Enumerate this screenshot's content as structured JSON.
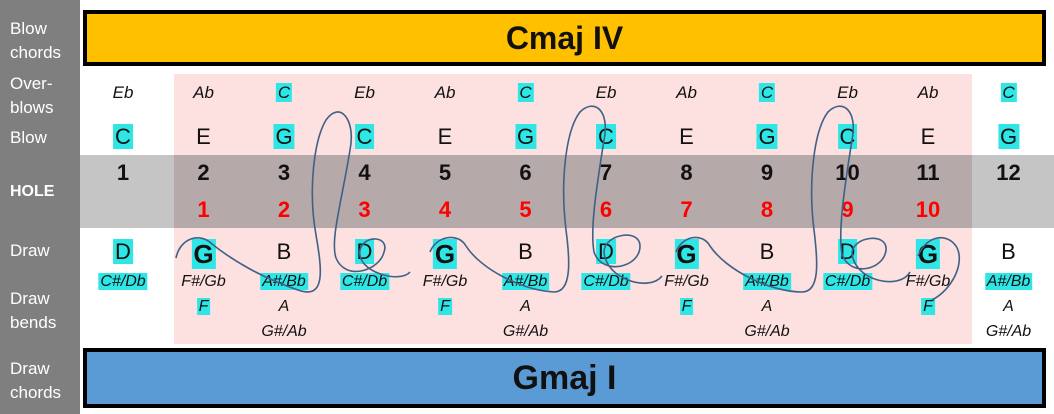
{
  "labels": {
    "blow_chords": [
      "Blow",
      "chords"
    ],
    "overblows": [
      "Over-",
      "blows"
    ],
    "blow": "Blow",
    "hole": "HOLE",
    "draw": "Draw",
    "draw_bends": [
      "Draw",
      "bends"
    ],
    "draw_chords": [
      "Draw",
      "chords"
    ]
  },
  "blow_chord": {
    "text": "Cmaj IV",
    "color": "#ffc000"
  },
  "draw_chord": {
    "text": "Gmaj I",
    "color": "#5b9bd5"
  },
  "highlight_color": "#2fe6e6",
  "holes": [
    {
      "hole": "1",
      "overblow": "Eb",
      "ob_hl": false,
      "blow": "C",
      "blow_hl": true,
      "draw": "D",
      "draw_hl": true,
      "draw_bold": false,
      "bend1": "C#/Db",
      "b1_hl": true,
      "bend2": "",
      "b2_hl": false,
      "bend3": ""
    },
    {
      "hole": "2",
      "overblow": "Ab",
      "ob_hl": false,
      "blow": "E",
      "blow_hl": false,
      "red": "1",
      "draw": "G",
      "draw_hl": true,
      "draw_bold": true,
      "bend1": "F#/Gb",
      "b1_hl": false,
      "bend2": "F",
      "b2_hl": true,
      "bend3": ""
    },
    {
      "hole": "3",
      "overblow": "C",
      "ob_hl": true,
      "blow": "G",
      "blow_hl": true,
      "red": "2",
      "draw": "B",
      "draw_hl": false,
      "draw_bold": false,
      "bend1": "A#/Bb",
      "b1_hl": true,
      "bend2": "A",
      "b2_hl": false,
      "bend3": "G#/Ab"
    },
    {
      "hole": "4",
      "overblow": "Eb",
      "ob_hl": false,
      "blow": "C",
      "blow_hl": true,
      "red": "3",
      "draw": "D",
      "draw_hl": true,
      "draw_bold": false,
      "bend1": "C#/Db",
      "b1_hl": true,
      "bend2": "",
      "b2_hl": false,
      "bend3": ""
    },
    {
      "hole": "5",
      "overblow": "Ab",
      "ob_hl": false,
      "blow": "E",
      "blow_hl": false,
      "red": "4",
      "draw": "G",
      "draw_hl": true,
      "draw_bold": true,
      "bend1": "F#/Gb",
      "b1_hl": false,
      "bend2": "F",
      "b2_hl": true,
      "bend3": ""
    },
    {
      "hole": "6",
      "overblow": "C",
      "ob_hl": true,
      "blow": "G",
      "blow_hl": true,
      "red": "5",
      "draw": "B",
      "draw_hl": false,
      "draw_bold": false,
      "bend1": "A#/Bb",
      "b1_hl": true,
      "bend2": "A",
      "b2_hl": false,
      "bend3": "G#/Ab"
    },
    {
      "hole": "7",
      "overblow": "Eb",
      "ob_hl": false,
      "blow": "C",
      "blow_hl": true,
      "red": "6",
      "draw": "D",
      "draw_hl": true,
      "draw_bold": false,
      "bend1": "C#/Db",
      "b1_hl": true,
      "bend2": "",
      "b2_hl": false,
      "bend3": ""
    },
    {
      "hole": "8",
      "overblow": "Ab",
      "ob_hl": false,
      "blow": "E",
      "blow_hl": false,
      "red": "7",
      "draw": "G",
      "draw_hl": true,
      "draw_bold": true,
      "bend1": "F#/Gb",
      "b1_hl": false,
      "bend2": "F",
      "b2_hl": true,
      "bend3": ""
    },
    {
      "hole": "9",
      "overblow": "C",
      "ob_hl": true,
      "blow": "G",
      "blow_hl": true,
      "red": "8",
      "draw": "B",
      "draw_hl": false,
      "draw_bold": false,
      "bend1": "A#/Bb",
      "b1_hl": true,
      "bend2": "A",
      "b2_hl": false,
      "bend3": "G#/Ab"
    },
    {
      "hole": "10",
      "overblow": "Eb",
      "ob_hl": false,
      "blow": "C",
      "blow_hl": true,
      "red": "9",
      "draw": "D",
      "draw_hl": true,
      "draw_bold": false,
      "bend1": "C#/Db",
      "b1_hl": true,
      "bend2": "",
      "b2_hl": false,
      "bend3": ""
    },
    {
      "hole": "11",
      "overblow": "Ab",
      "ob_hl": false,
      "blow": "E",
      "blow_hl": false,
      "red": "10",
      "draw": "G",
      "draw_hl": true,
      "draw_bold": true,
      "bend1": "F#/Gb",
      "b1_hl": false,
      "bend2": "F",
      "b2_hl": true,
      "bend3": ""
    },
    {
      "hole": "12",
      "overblow": "C",
      "ob_hl": true,
      "blow": "G",
      "blow_hl": true,
      "draw": "B",
      "draw_hl": false,
      "draw_bold": false,
      "bend1": "A#/Bb",
      "b1_hl": true,
      "bend2": "A",
      "b2_hl": false,
      "bend3": "G#/Ab"
    }
  ]
}
